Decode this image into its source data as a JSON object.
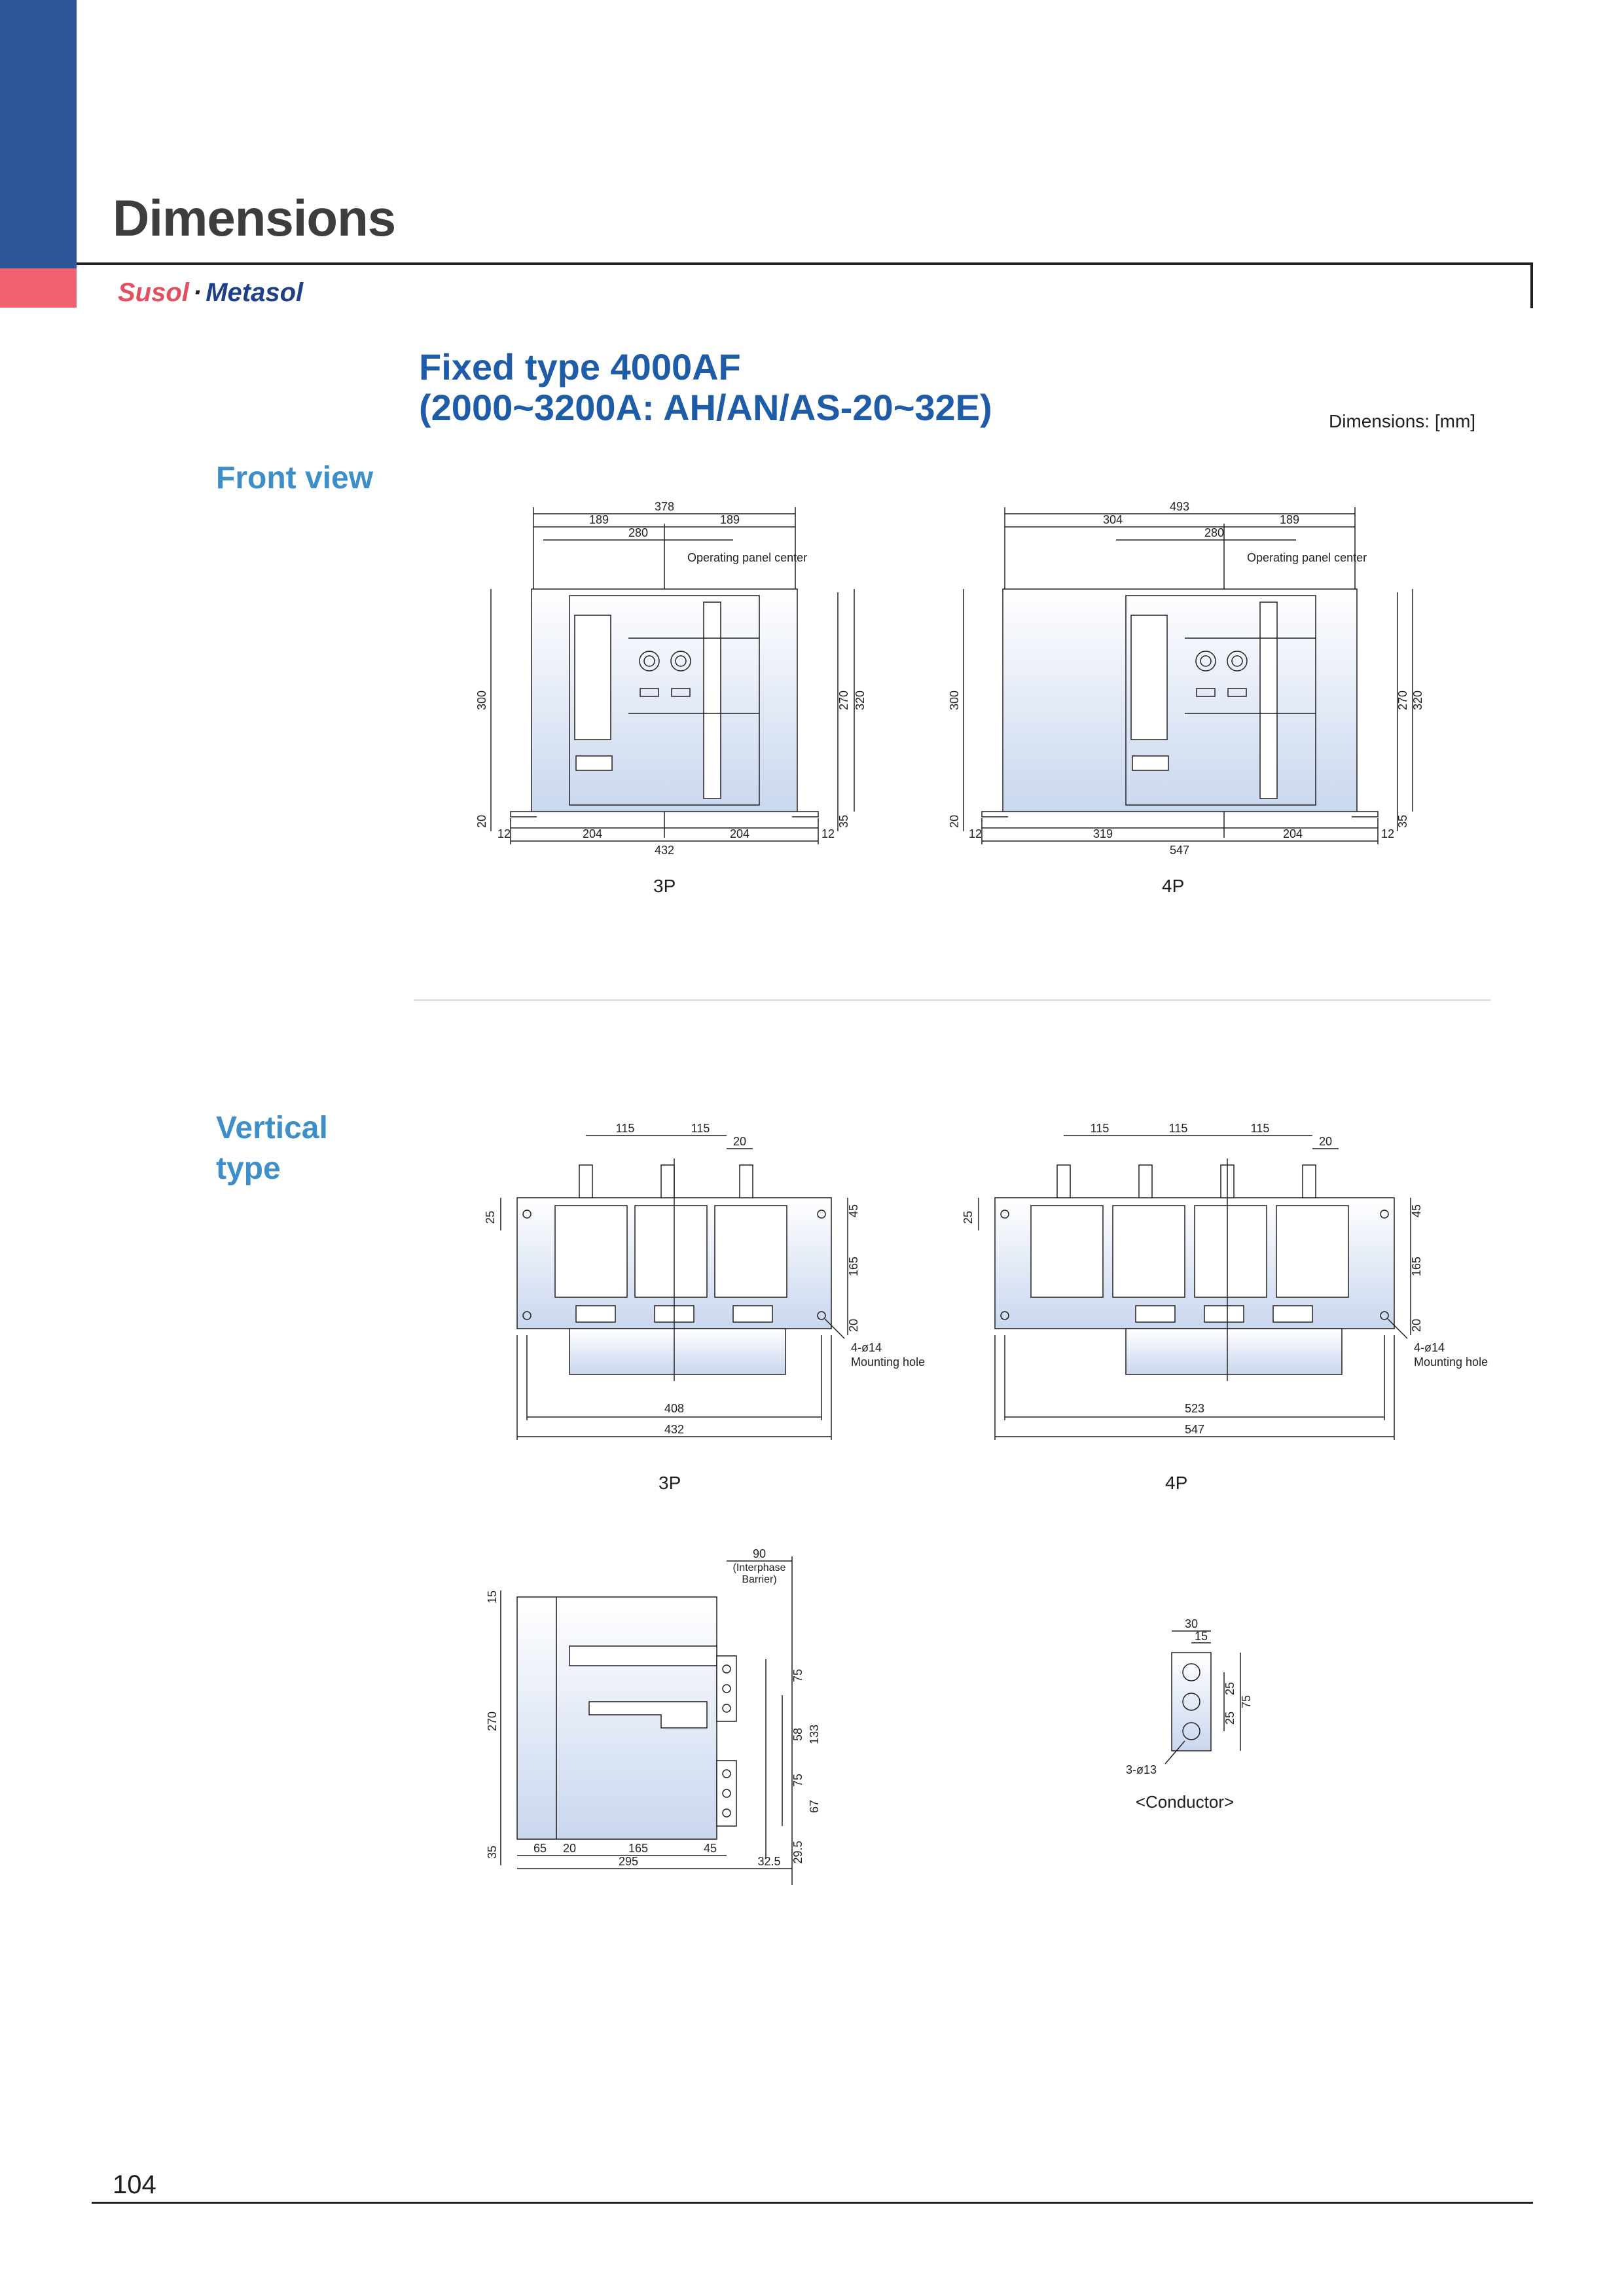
{
  "header": {
    "title": "Dimensions",
    "brand_primary": "Susol",
    "brand_separator": "·",
    "brand_secondary": "Metasol",
    "accent_blue": "#2e5597",
    "accent_red": "#f06272"
  },
  "section": {
    "title_line1": "Fixed type 4000AF",
    "title_line2": "(2000~3200A: AH/AN/AS-20~32E)",
    "units": "Dimensions: [mm]"
  },
  "front_view": {
    "label": "Front view",
    "operating_panel": "Operating panel center",
    "p3": {
      "caption": "3P",
      "dims": {
        "top_total": "378",
        "top_left": "189",
        "top_right": "189",
        "panel": "280",
        "height_left": "300",
        "base_left": "20",
        "height_inner": "270",
        "height_total": "320",
        "base_right": "35",
        "edge_left": "12",
        "bottom_left": "204",
        "bottom_right": "204",
        "edge_right": "12",
        "bottom_total": "432"
      }
    },
    "p4": {
      "caption": "4P",
      "dims": {
        "top_total": "493",
        "top_left": "304",
        "top_right": "189",
        "panel": "280",
        "height_left": "300",
        "base_left": "20",
        "height_inner": "270",
        "height_total": "320",
        "base_right": "35",
        "edge_left": "12",
        "bottom_left": "319",
        "bottom_right": "204",
        "edge_right": "12",
        "bottom_total": "547"
      }
    }
  },
  "vertical_type": {
    "label_line1": "Vertical",
    "label_line2": "type",
    "mount_hole_size": "4-ø14",
    "mount_hole_label": "Mounting hole",
    "p3": {
      "caption": "3P",
      "dims": {
        "pitch1": "115",
        "pitch2": "115",
        "terminal": "20",
        "left_h": "25",
        "right_top": "45",
        "right_mid": "165",
        "right_bot": "20",
        "inner_width": "408",
        "total_width": "432"
      }
    },
    "p4": {
      "caption": "4P",
      "dims": {
        "pitch1": "115",
        "pitch2": "115",
        "pitch3": "115",
        "terminal": "20",
        "left_h": "25",
        "right_top": "45",
        "right_mid": "165",
        "right_bot": "20",
        "inner_width": "523",
        "total_width": "547"
      }
    }
  },
  "side_view": {
    "barrier_dim": "90",
    "barrier_line1": "(Interphase",
    "barrier_line2": "Barrier)",
    "dims": {
      "top": "15",
      "height": "270",
      "base": "35",
      "right_75a": "75",
      "right_58": "58",
      "right_75b": "75",
      "right_133": "133",
      "right_67": "67",
      "right_295b": "29.5",
      "bot_65": "65",
      "bot_20": "20",
      "bot_165": "165",
      "bot_45": "45",
      "bot_295": "295",
      "bot_325": "32.5"
    }
  },
  "conductor": {
    "caption": "<Conductor>",
    "holes": "3-ø13",
    "dims": {
      "width": "30",
      "half": "15",
      "pitch1": "25",
      "pitch2": "25",
      "total": "75"
    }
  },
  "footer": {
    "page_number": "104"
  }
}
